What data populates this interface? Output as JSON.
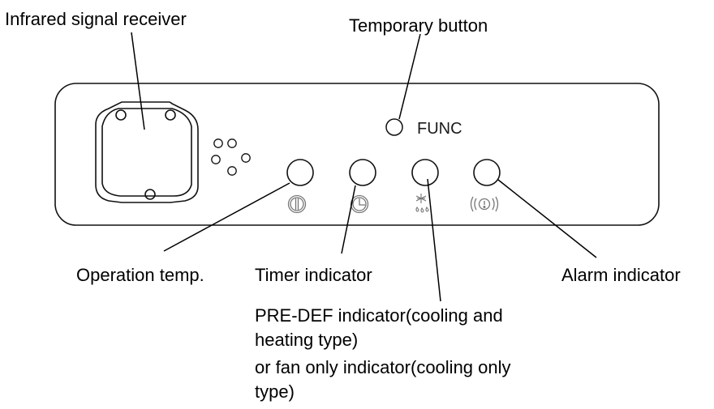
{
  "callouts": {
    "infrared_receiver": "Infrared signal receiver",
    "temporary_button": "Temporary button",
    "operation_temp": "Operation temp.",
    "timer_indicator": "Timer indicator",
    "alarm_indicator": "Alarm indicator",
    "predef_indicator": [
      "PRE-DEF indicator(cooling and",
      "heating type)",
      "or fan only indicator(cooling only",
      "type)"
    ]
  },
  "panel": {
    "func_label": "FUNC"
  },
  "icons": {
    "operation": "power-icon",
    "timer": "clock-icon",
    "predef": "snowflake-droplet-icon",
    "alarm": "alarm-waves-icon"
  },
  "colors": {
    "line": "#000000",
    "panel_stroke": "#111111",
    "icon_gray": "#777777"
  }
}
